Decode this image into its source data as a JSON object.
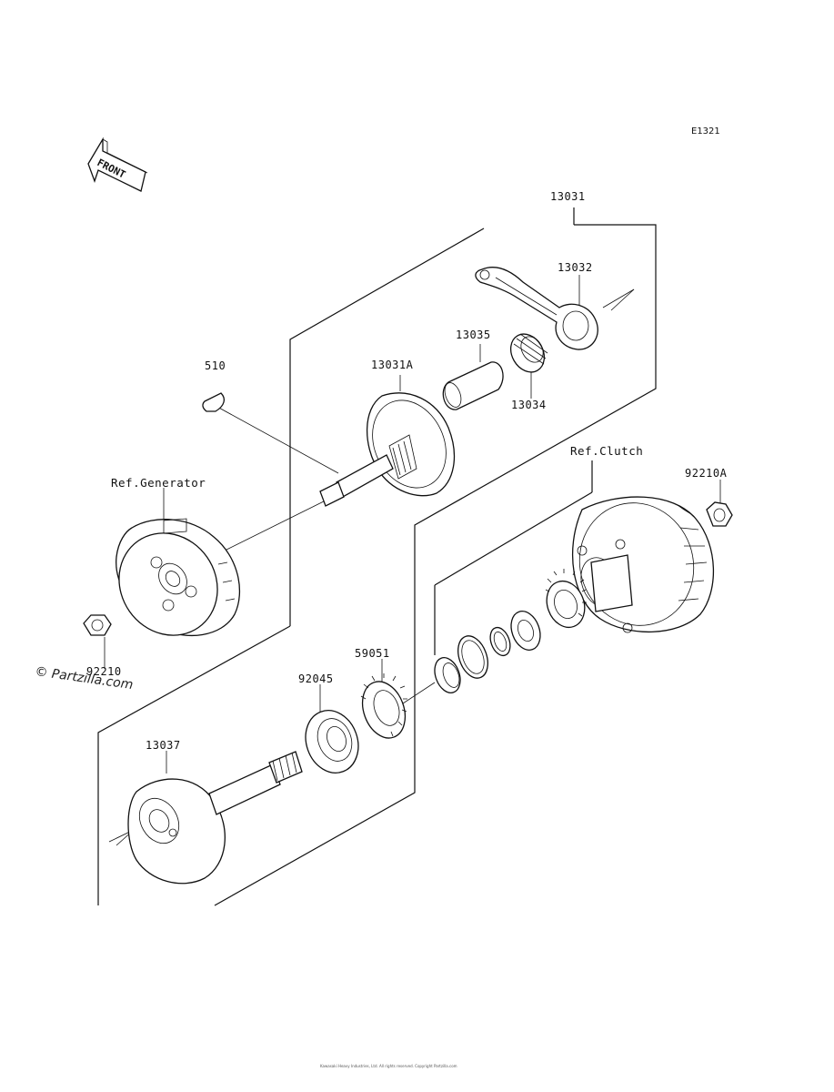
{
  "diagram": {
    "code": "E1321",
    "front_label": "FRONT",
    "watermark": "© Partzilla.com",
    "copyright": "Kawasaki Heavy Industries, Ltd. All rights reserved. Copyright Partzilla.com",
    "labels": {
      "p13031": "13031",
      "p13032": "13032",
      "p13035": "13035",
      "p13031A": "13031A",
      "p13034": "13034",
      "p510": "510",
      "ref_generator": "Ref.Generator",
      "ref_clutch": "Ref.Clutch",
      "p92210A": "92210A",
      "p92210": "92210",
      "p59051": "59051",
      "p92045": "92045",
      "p13037": "13037"
    }
  }
}
